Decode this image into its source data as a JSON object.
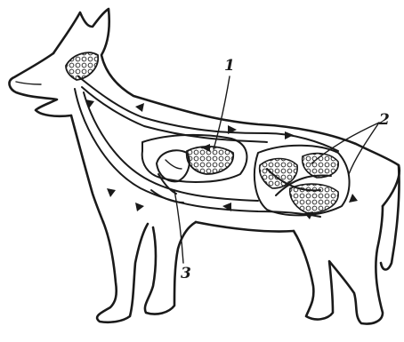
{
  "labels": {
    "one": "1",
    "two": "2",
    "three": "3"
  },
  "colors": {
    "ink": "#1a1a1a",
    "background": "#ffffff"
  }
}
